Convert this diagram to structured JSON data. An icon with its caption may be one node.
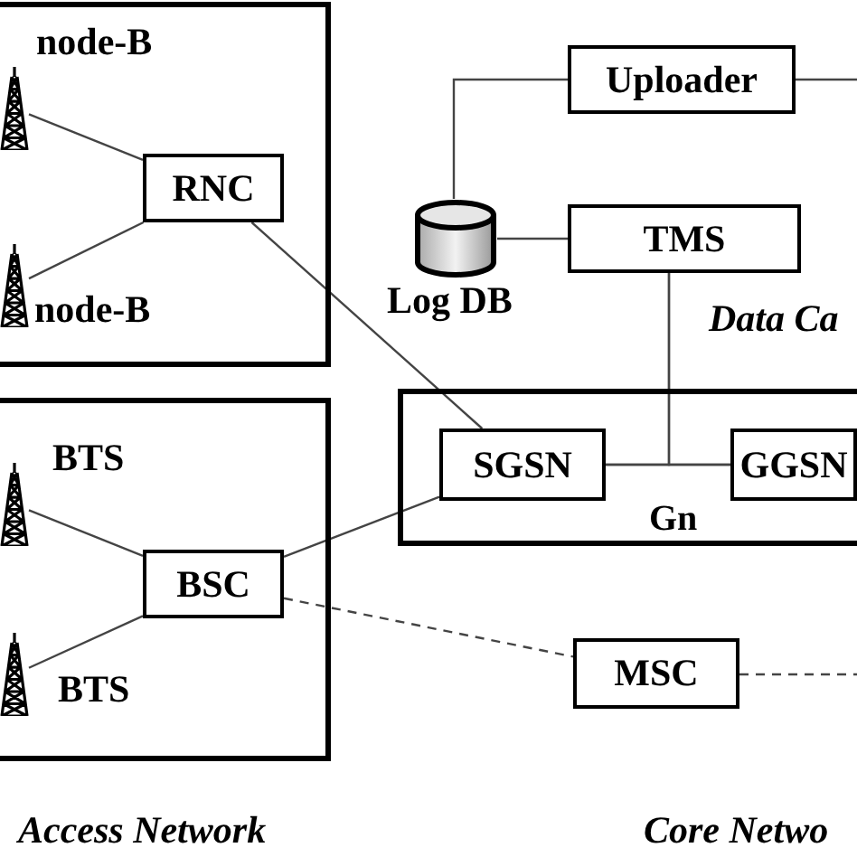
{
  "diagram": {
    "nodes": [
      {
        "text": [],
        "shape": "box"
      },
      {
        "text": [],
        "shape": "tower",
        "in": 0,
        "beside": [
          "node-B"
        ]
      },
      {
        "text": [],
        "shape": "tower",
        "in": 0,
        "beside": [
          "node-B"
        ]
      },
      {
        "text": [
          "RNC"
        ],
        "in": 0
      },
      {
        "text": [],
        "shape": "box"
      },
      {
        "text": [],
        "shape": "tower",
        "in": 4,
        "beside": [
          "BTS"
        ]
      },
      {
        "text": [],
        "shape": "tower",
        "in": 4,
        "beside": [
          "BTS"
        ]
      },
      {
        "text": [
          "BSC"
        ],
        "in": 4
      },
      {
        "text": [
          "Uploader"
        ]
      },
      {
        "text": [],
        "shape": "cylinder",
        "beside": [
          "Log DB"
        ]
      },
      {
        "text": [
          "TMS"
        ]
      },
      {
        "text": [],
        "shape": "box"
      },
      {
        "text": [
          "SGSN"
        ],
        "in": 11
      },
      {
        "text": [
          "GGSN"
        ],
        "in": 11
      },
      {
        "text": [
          "MSC"
        ]
      }
    ],
    "edges": [
      {
        "from": 1,
        "to": 3,
        "arrow": "none"
      },
      {
        "from": 2,
        "to": 3,
        "arrow": "none"
      },
      {
        "from": 5,
        "to": 7,
        "arrow": "none"
      },
      {
        "from": 6,
        "to": 7,
        "arrow": "none"
      },
      {
        "from": 3,
        "to": 12,
        "arrow": "none"
      },
      {
        "from": 7,
        "to": 12,
        "arrow": "none"
      },
      {
        "from": 7,
        "to": 14,
        "arrow": "none",
        "style": "dashed"
      },
      {
        "from": 14,
        "to": null,
        "arrow": "none",
        "style": "dashed"
      },
      {
        "from": 9,
        "to": 8,
        "arrow": "none"
      },
      {
        "from": 8,
        "to": null,
        "arrow": "none"
      },
      {
        "from": 9,
        "to": 10,
        "arrow": "none"
      },
      {
        "from": 12,
        "to": 13,
        "arrow": "none",
        "label": "Gn"
      },
      {
        "from": 10,
        "to": 12,
        "arrow": "none"
      },
      {
        "from": 10,
        "to": 13,
        "arrow": "none"
      }
    ],
    "labels": [
      "Data Ca",
      "Access Network",
      "Core Netwo"
    ]
  }
}
